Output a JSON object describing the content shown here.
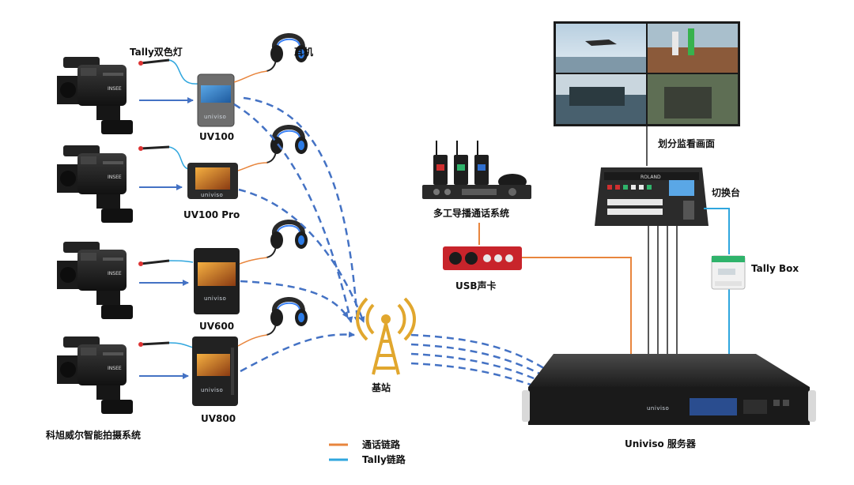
{
  "labels": {
    "tally_light": "Tally双色灯",
    "earphone": "耳机",
    "uv100": "UV100",
    "uv100pro": "UV100 Pro",
    "uv600": "UV600",
    "uv800": "UV800",
    "camera_system": "科旭威尔智能拍摄系统",
    "base_station": "基站",
    "intercom_system": "多工导播通话系统",
    "usb_sound_card": "USB声卡",
    "split_monitor": "划分监看画面",
    "switcher": "切换台",
    "tally_box": "Tally Box",
    "server": "Univiso 服务器"
  },
  "brand": {
    "device": "univiso",
    "switcher": "ROLAND"
  },
  "legend": [
    {
      "label": "通话链路",
      "color": "#E8853D"
    },
    {
      "label": "Tally链路",
      "color": "#2FA6DE"
    }
  ],
  "colors": {
    "video_link": "#4472C4",
    "wireless_link": "#4472C4",
    "intercom_link": "#E8853D",
    "tally_link": "#2FA6DE",
    "wire": "#222222",
    "antenna": "#E1A72E"
  }
}
